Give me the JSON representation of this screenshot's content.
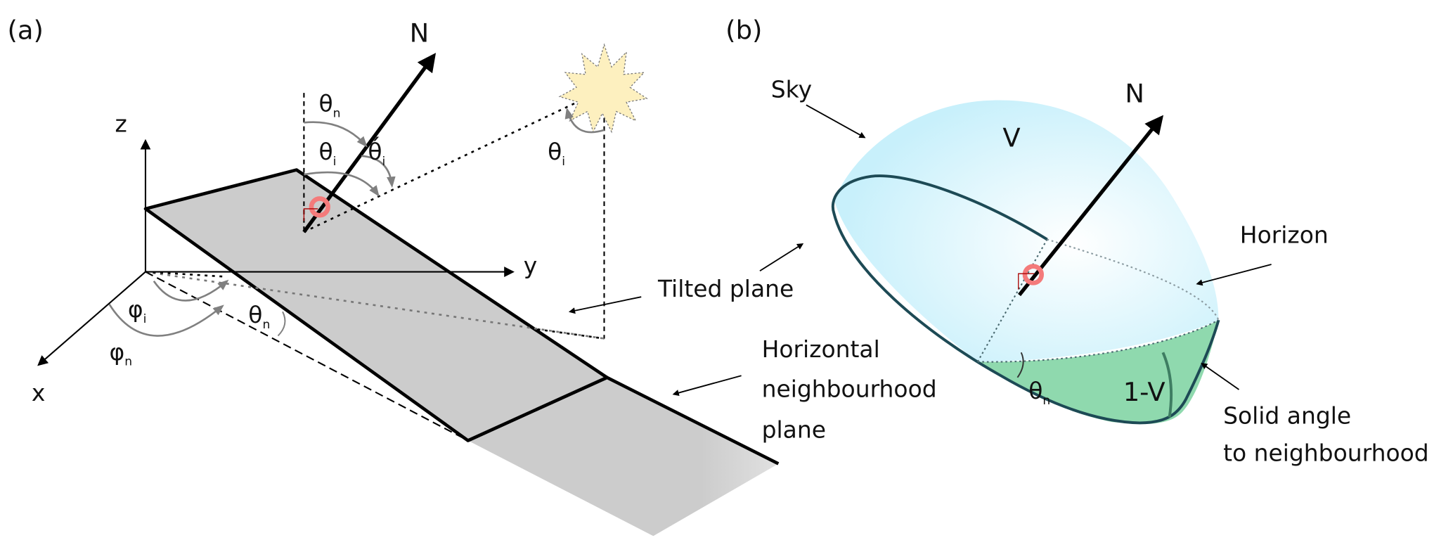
{
  "panel_a": {
    "label": "(a)",
    "axes": {
      "x": "x",
      "y": "y",
      "z": "z"
    },
    "normal": "N",
    "angles": {
      "theta_n_top": {
        "base": "θ",
        "sub": "n"
      },
      "theta_i_top": {
        "base": "θ",
        "sub": "i"
      },
      "theta_i_prime": {
        "base": "θ́",
        "sub": "i"
      },
      "theta_i_sun": {
        "base": "θ",
        "sub": "i"
      },
      "phi_i": {
        "base": "φ",
        "sub": "i"
      },
      "phi_n": {
        "base": "φ",
        "sub": "n"
      },
      "theta_n_plane": {
        "base": "θ",
        "sub": "n"
      }
    },
    "tilted_plane_label": "Tilted plane",
    "horizontal_plane_label": [
      "Horizontal",
      "neighbourhood",
      "plane"
    ]
  },
  "panel_b": {
    "label": "(b)",
    "sky_label": "Sky",
    "normal": "N",
    "visible_fraction": "V",
    "occluded_fraction": "1-V",
    "horizon_label": "Horizon",
    "theta_n": {
      "base": "θ",
      "sub": "n"
    },
    "solid_angle_label": [
      "Solid angle",
      "to neighbourhood"
    ]
  },
  "colors": {
    "plane": "#cccccc",
    "sky": "#c8f0fb",
    "neighbourhood": "#8fd9ae",
    "marker": "#f47b7b",
    "sun": "#fdf0bf"
  }
}
